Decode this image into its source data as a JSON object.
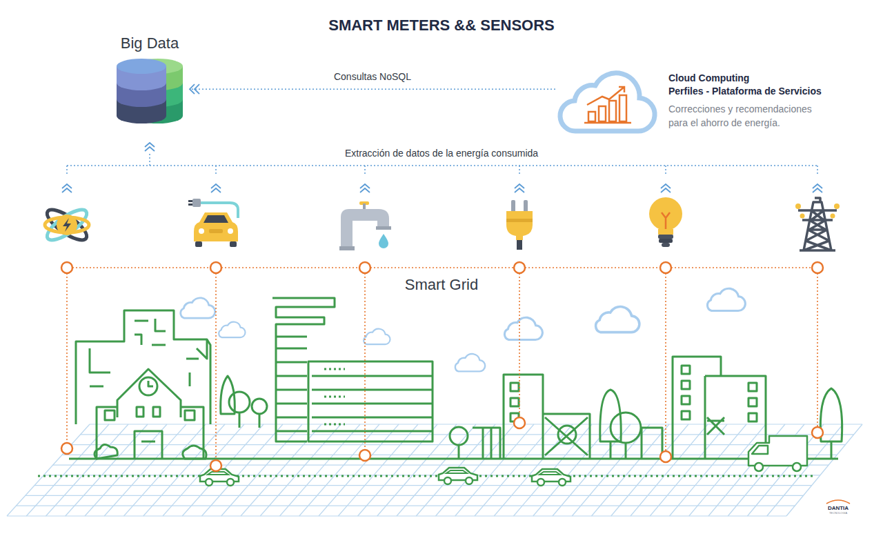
{
  "diagram": {
    "title": "SMART METERS && SENSORS",
    "nodes": [
      {
        "text": [
          "Big Data"
        ]
      },
      {
        "text": [
          "Cloud Computing",
          "Perfiles - Plataforma de Servicios",
          "Correcciones y recomendaciones para el ahorro de energía."
        ]
      }
    ],
    "edges": [
      {
        "from": 1,
        "to": 0,
        "arrow": "to",
        "label": "Consultas NoSQL"
      }
    ],
    "labels": [
      "Extracción de datos de la energía consumida",
      "Smart Grid",
      "DANTIA",
      "TECNOLOGÍA"
    ]
  }
}
